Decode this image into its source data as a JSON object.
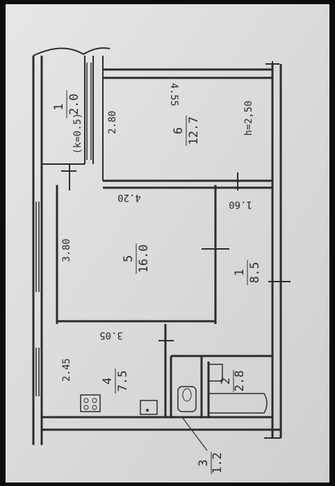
{
  "rooms": [
    {
      "id": "1",
      "number": "1",
      "area": "8.5"
    },
    {
      "id": "2",
      "number": "2",
      "area": "2.8"
    },
    {
      "id": "3",
      "number": "3",
      "area": "1.2"
    },
    {
      "id": "4",
      "number": "4",
      "area": "7.5"
    },
    {
      "id": "5",
      "number": "5",
      "area": "16.0"
    },
    {
      "id": "6",
      "number": "6",
      "area": "12.7"
    },
    {
      "id": "balcony",
      "number": "1",
      "area": "2.0",
      "note": "(k=0.5)"
    }
  ],
  "dimensions": {
    "d_2_80": "2.80",
    "d_4_55": "4.55",
    "d_h": "h=2,50",
    "d_4_20": "4.20",
    "d_1_60": "1.60",
    "d_3_80": "3.80",
    "d_3_05": "3.05",
    "d_2_45": "2.45"
  },
  "colors": {
    "frame_bg": "#0d0d0d",
    "paper": "#dcdcdc",
    "line": "#2b2b2b"
  }
}
